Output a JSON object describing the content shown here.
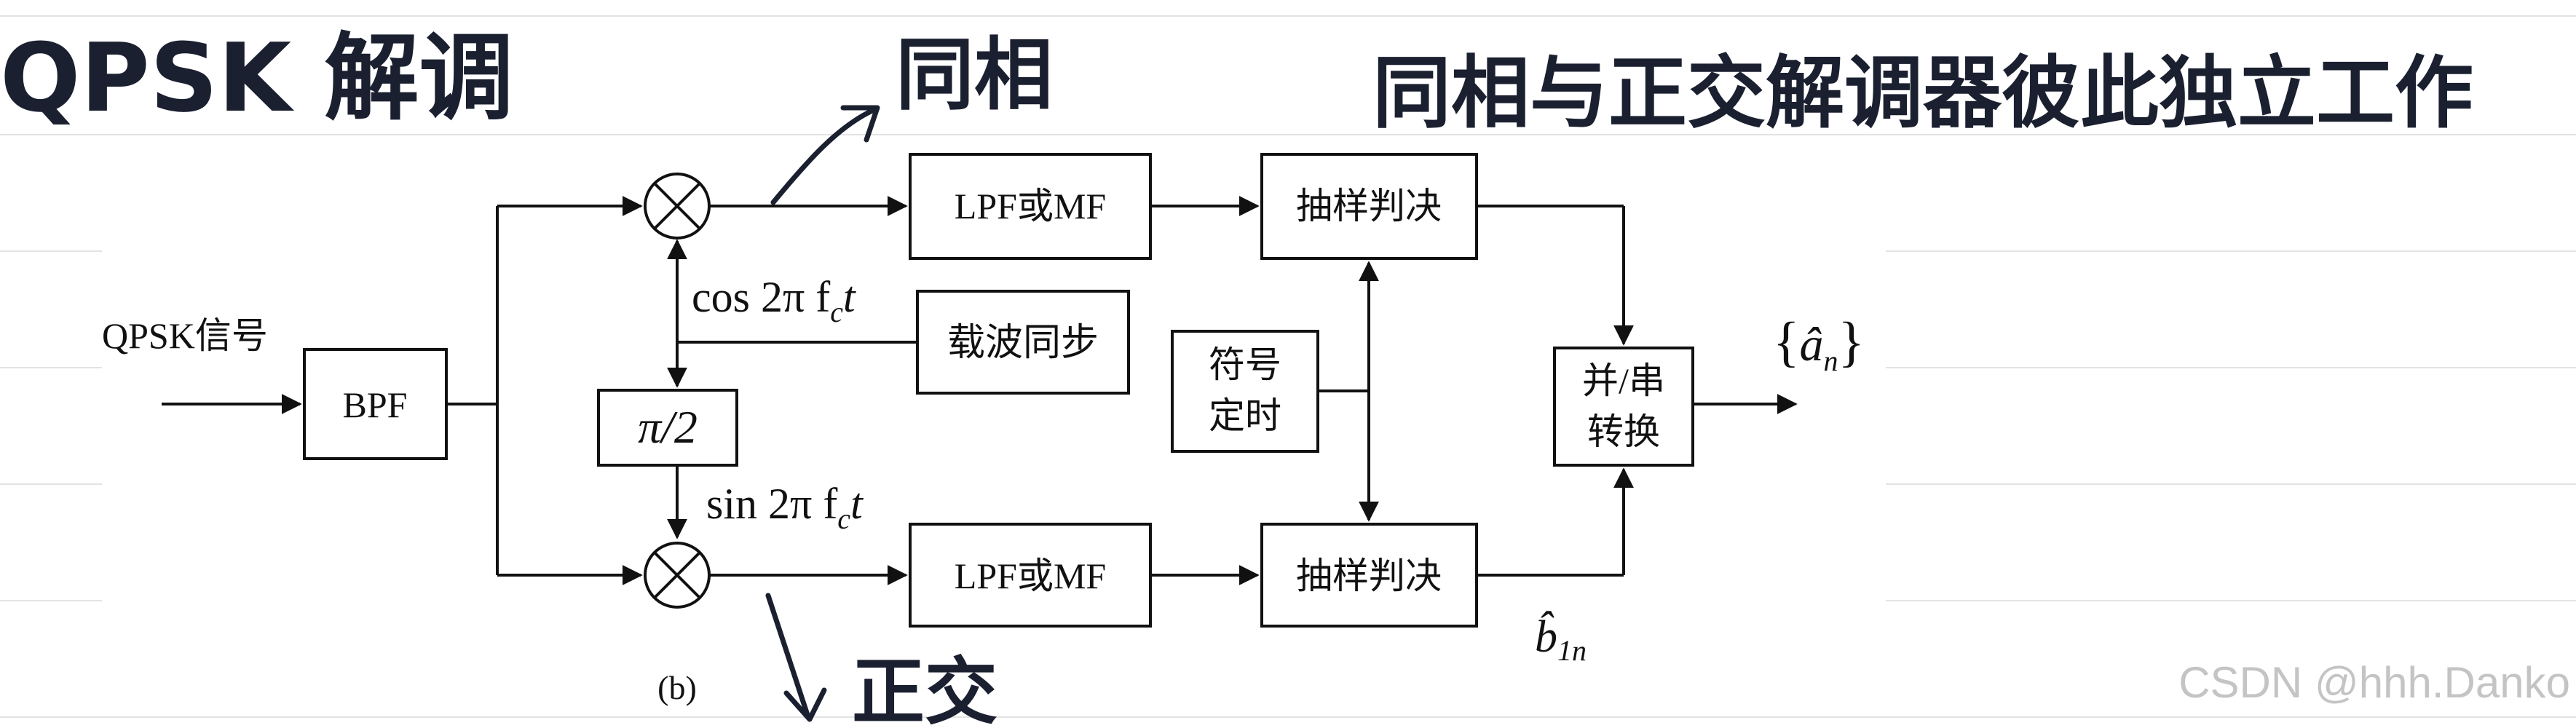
{
  "notes": {
    "title": "QPSK 解调",
    "inphase": "同相",
    "quadrature": "正交",
    "remark": "同相与正交解调器彼此独立工作"
  },
  "diagram": {
    "input_label": "QPSK信号",
    "bpf": "BPF",
    "lpf_top": "LPF或MF",
    "lpf_bottom": "LPF或MF",
    "sampler_top": "抽样判决",
    "sampler_bottom": "抽样判决",
    "carrier_sync": "载波同步",
    "symbol_timing_line1": "符号",
    "symbol_timing_line2": "定时",
    "ps_line1": "并/串",
    "ps_line2": "转换",
    "phase_shift": "π/2",
    "cos_label": "cos 2π f",
    "cos_sub": "c",
    "cos_tail": "t",
    "sin_label": "sin 2π f",
    "sin_sub": "c",
    "sin_tail": "t",
    "output_open": "{",
    "output_var": "â",
    "output_sub": "n",
    "output_close": "}",
    "bottom_out_var": "b̂",
    "bottom_out_sub": "1n",
    "caption": "(b)"
  },
  "watermark": "CSDN @hhh.Danko"
}
